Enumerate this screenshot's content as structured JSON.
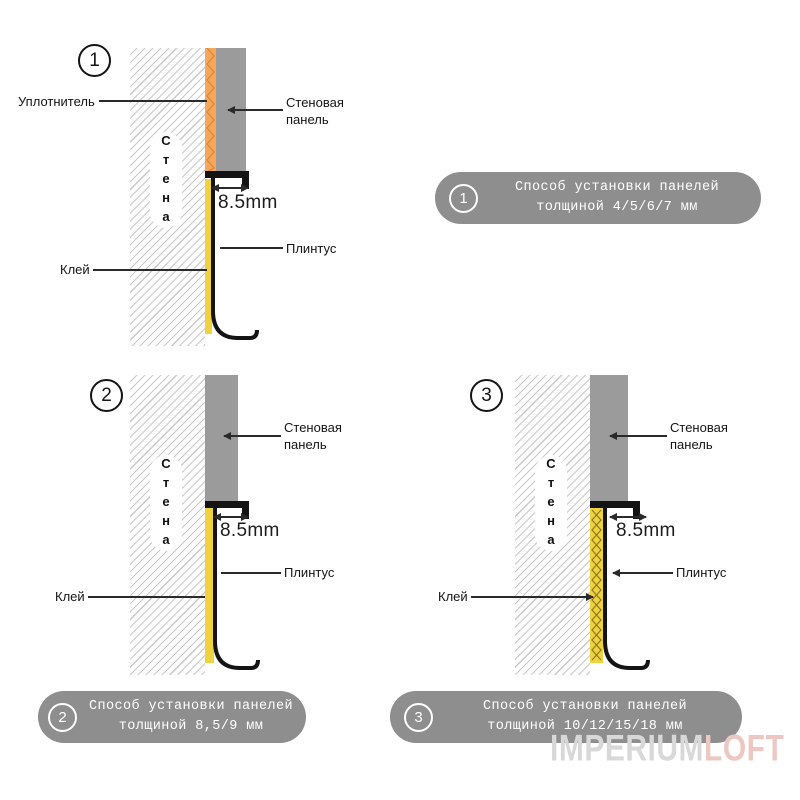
{
  "diagrams": [
    {
      "number": "1",
      "wall": "Стена",
      "dimension": "8.5mm",
      "labels": {
        "sealant": "Уплотнитель",
        "panel": "Стеновая панель",
        "skirting": "Плинтус",
        "glue": "Клей"
      }
    },
    {
      "number": "2",
      "wall": "Стена",
      "dimension": "8.5mm",
      "labels": {
        "panel": "Стеновая панель",
        "skirting": "Плинтус",
        "glue": "Клей"
      }
    },
    {
      "number": "3",
      "wall": "Стена",
      "dimension": "8.5mm",
      "labels": {
        "panel": "Стеновая панель",
        "skirting": "Плинтус",
        "glue": "Клей"
      }
    }
  ],
  "captions": [
    {
      "number": "1",
      "line1": "Способ установки панелей",
      "line2": "толщиной 4/5/6/7 мм"
    },
    {
      "number": "2",
      "line1": "Способ установки панелей",
      "line2": "толщиной 8,5/9 мм"
    },
    {
      "number": "3",
      "line1": "Способ установки панелей",
      "line2": "толщиной 10/12/15/18 мм"
    }
  ],
  "watermark": {
    "gray": "IMPERIUM",
    "pink": "LOFT"
  },
  "colors": {
    "panel": "#9b9b9b",
    "sealant": "#f6a75b",
    "glue": "#f0d23f",
    "badge": "#8e8e8e",
    "watermark_gray": "#d8d8d8",
    "watermark_pink": "#edc8c3"
  }
}
